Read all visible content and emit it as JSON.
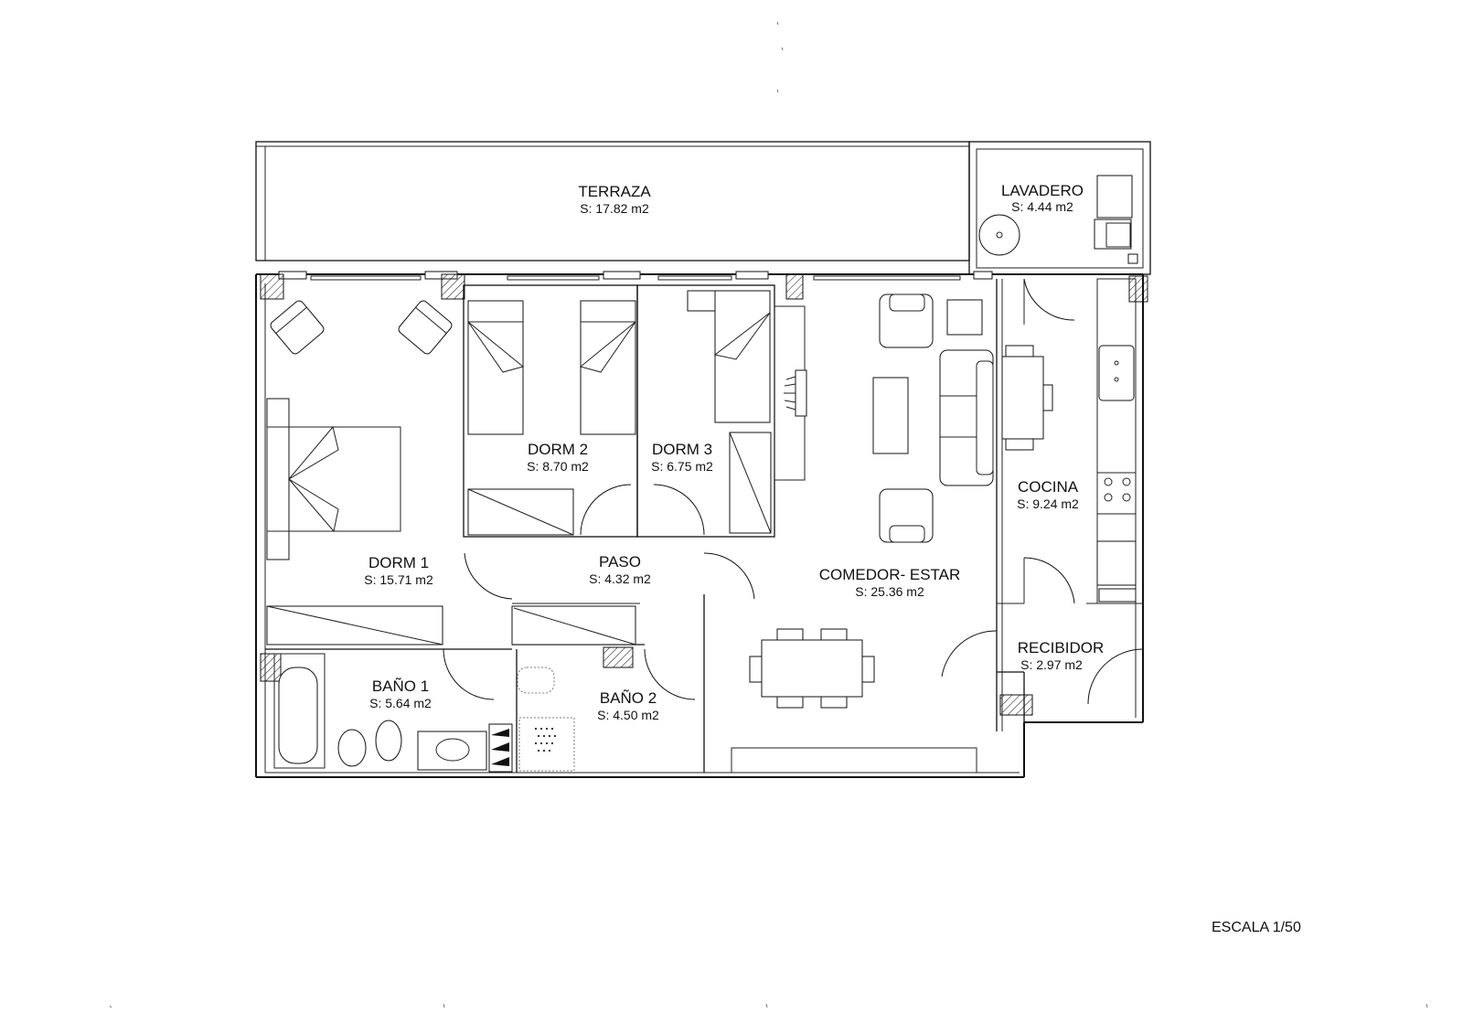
{
  "plan": {
    "scale_label": "ESCALA 1/50",
    "rooms": [
      {
        "id": "terraza",
        "name": "TERRAZA",
        "area": "S: 17.82 m2"
      },
      {
        "id": "lavadero",
        "name": "LAVADERO",
        "area": "S: 4.44 m2"
      },
      {
        "id": "dorm1",
        "name": "DORM 1",
        "area": "S: 15.71 m2"
      },
      {
        "id": "dorm2",
        "name": "DORM 2",
        "area": "S: 8.70 m2"
      },
      {
        "id": "dorm3",
        "name": "DORM 3",
        "area": "S: 6.75 m2"
      },
      {
        "id": "paso",
        "name": "PASO",
        "area": "S: 4.32 m2"
      },
      {
        "id": "comedor",
        "name": "COMEDOR- ESTAR",
        "area": "S: 25.36 m2"
      },
      {
        "id": "cocina",
        "name": "COCINA",
        "area": "S: 9.24 m2"
      },
      {
        "id": "recibidor",
        "name": "RECIBIDOR",
        "area": "S: 2.97 m2"
      },
      {
        "id": "bano1",
        "name": "BAÑO 1",
        "area": "S: 5.64 m2"
      },
      {
        "id": "bano2",
        "name": "BAÑO 2",
        "area": "S: 4.50 m2"
      }
    ]
  }
}
